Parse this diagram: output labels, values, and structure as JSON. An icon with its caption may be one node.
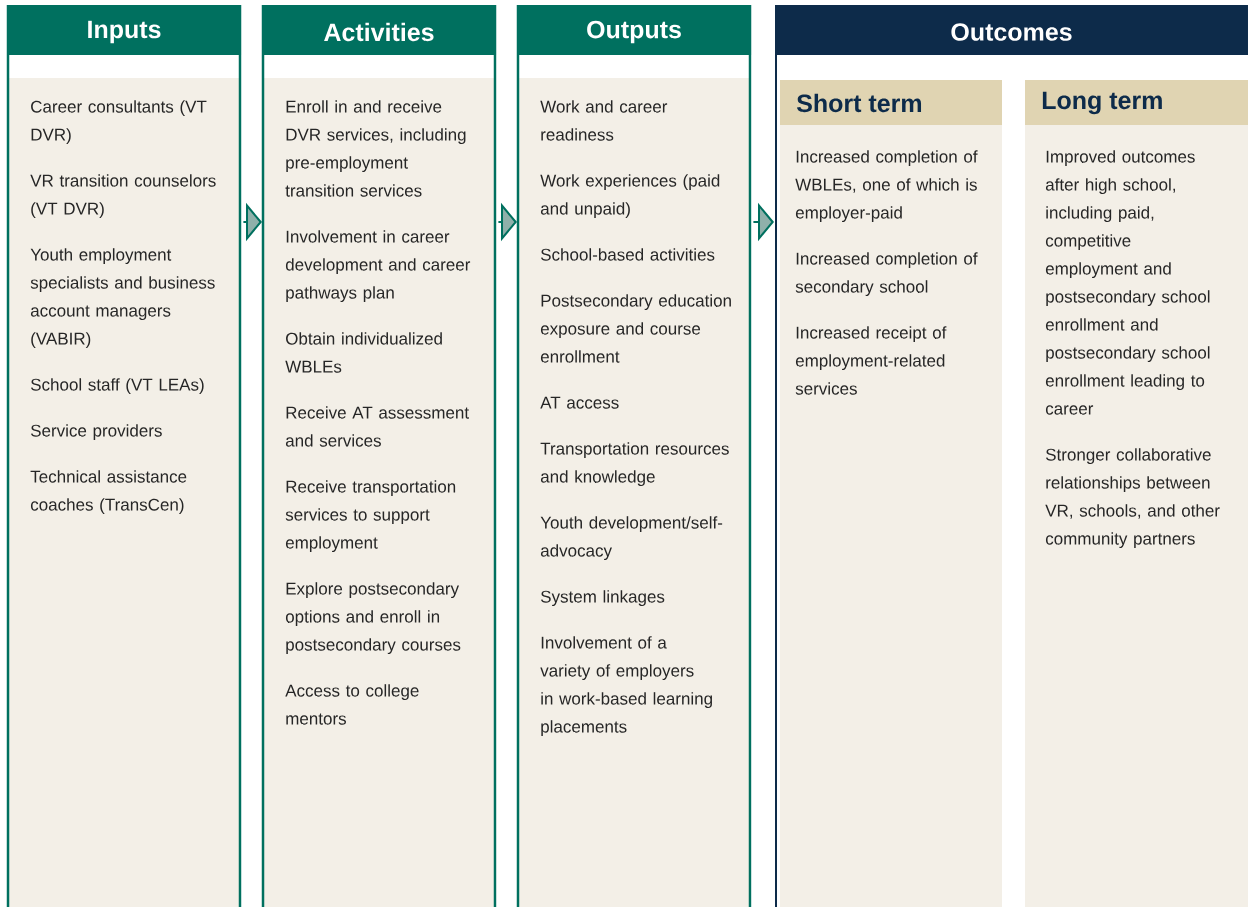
{
  "diagram": {
    "nodes": [
      {
        "text": [
          "Inputs",
          "Career consultants (VT DVR)",
          "VR transition counselors (VT DVR)",
          "Youth employment specialists and business account managers (VABIR)",
          "School staff (VT LEAs)",
          "Service providers",
          "Technical assistance coaches (TransCen)"
        ]
      },
      {
        "text": [
          "Activities",
          "Enroll in and receive DVR services, including pre-employment transition services",
          "Involvement in career development and career pathways plan",
          "Obtain individualized WBLEs",
          "Receive AT assessment and services",
          "Receive transportation services to support employment",
          "Explore postsecondary options and enroll in postsecondary courses",
          "Access to college mentors"
        ]
      },
      {
        "text": [
          "Outputs",
          "Work and career readiness",
          "Work experiences (paid and unpaid)",
          "School-based activities",
          "Postsecondary education exposure and course enrollment",
          "AT access",
          "Transportation resources and knowledge",
          "Youth development/self-advocacy",
          "System linkages",
          "Involvement of a variety of employers in work-based learning placements"
        ]
      },
      {
        "text": [
          "Outcomes"
        ]
      },
      {
        "text": [
          "Short term",
          "Increased completion of WBLEs, one of which is employer-paid",
          "Increased completion of secondary school",
          "Increased receipt of employment-related services"
        ],
        "in": 3
      },
      {
        "text": [
          "Long term",
          "Improved outcomes after high school, including paid, competitive employment and postsecondary school enrollment and postsecondary school enrollment leading to career",
          "Stronger collaborative relationships between VR, schools, and other community partners"
        ],
        "in": 3
      }
    ],
    "edges": [
      {
        "from": 0,
        "to": 1,
        "arrow": "to"
      },
      {
        "from": 1,
        "to": 2,
        "arrow": "to"
      },
      {
        "from": 2,
        "to": 3,
        "arrow": "to"
      }
    ]
  }
}
